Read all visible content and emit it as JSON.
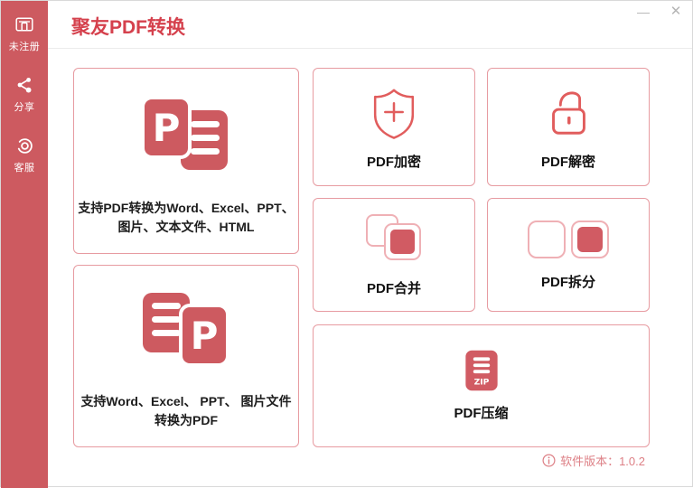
{
  "colors": {
    "accent": "#cd5a60",
    "title_red": "#d5414d",
    "card_border": "#e79ba1",
    "icon_stroke": "#e15d5d",
    "icon_fill": "#d15b63",
    "version_text": "#dd7f85"
  },
  "window": {
    "minimize_glyph": "—",
    "close_glyph": "✕"
  },
  "sidebar": {
    "items": [
      {
        "id": "register",
        "icon": "license-icon",
        "label": "未注册"
      },
      {
        "id": "share",
        "icon": "share-icon",
        "label": "分享"
      },
      {
        "id": "support",
        "icon": "headset-icon",
        "label": "客服"
      }
    ]
  },
  "header": {
    "title": "聚友PDF转换"
  },
  "main": {
    "feature_cards": [
      {
        "id": "pdf-to-others",
        "icon": "pdf-to-file-icon",
        "line1": "支持PDF转换为Word、Excel、PPT、",
        "line2": "图片、文本文件、HTML"
      },
      {
        "id": "others-to-pdf",
        "icon": "file-to-pdf-icon",
        "line1": "支持Word、Excel、 PPT、 图片文件",
        "line2": "转换为PDF"
      }
    ],
    "tool_cards": [
      {
        "id": "pdf-encrypt",
        "icon": "shield-plus-icon",
        "label": "PDF加密"
      },
      {
        "id": "pdf-decrypt",
        "icon": "unlock-icon",
        "label": "PDF解密"
      },
      {
        "id": "pdf-merge",
        "icon": "merge-icon",
        "label": "PDF合并"
      },
      {
        "id": "pdf-split",
        "icon": "split-icon",
        "label": "PDF拆分"
      },
      {
        "id": "pdf-compress",
        "icon": "zip-file-icon",
        "label": "PDF压缩",
        "badge": "ZIP"
      }
    ]
  },
  "footer": {
    "version_label": "软件版本：1.0.2"
  },
  "icon_letters": {
    "pdf_letter": "P"
  }
}
